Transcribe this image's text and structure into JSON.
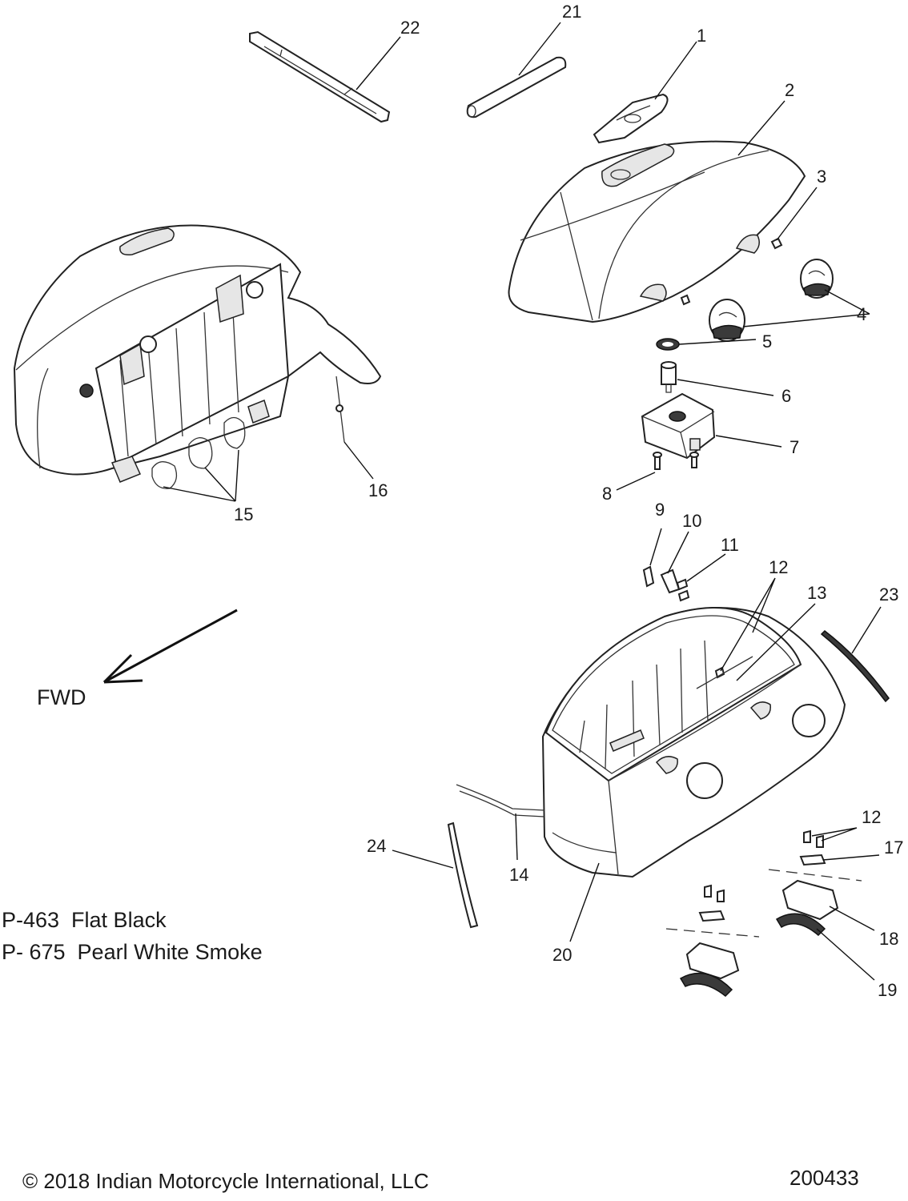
{
  "callouts": {
    "c1": "1",
    "c2": "2",
    "c3": "3",
    "c4": "4",
    "c5": "5",
    "c6": "6",
    "c7": "7",
    "c8": "8",
    "c9": "9",
    "c10": "10",
    "c11": "11",
    "c12a": "12",
    "c12b": "12",
    "c13": "13",
    "c14": "14",
    "c15": "15",
    "c16": "16",
    "c17": "17",
    "c18": "18",
    "c19": "19",
    "c20": "20",
    "c21": "21",
    "c22": "22",
    "c23": "23",
    "c24": "24"
  },
  "direction_label": "FWD",
  "color_codes": [
    "P-463  Flat Black",
    "P- 675  Pearl White Smoke"
  ],
  "footer": {
    "copyright": "© 2018 Indian Motorcycle International, LLC",
    "drawing_number": "200433"
  }
}
